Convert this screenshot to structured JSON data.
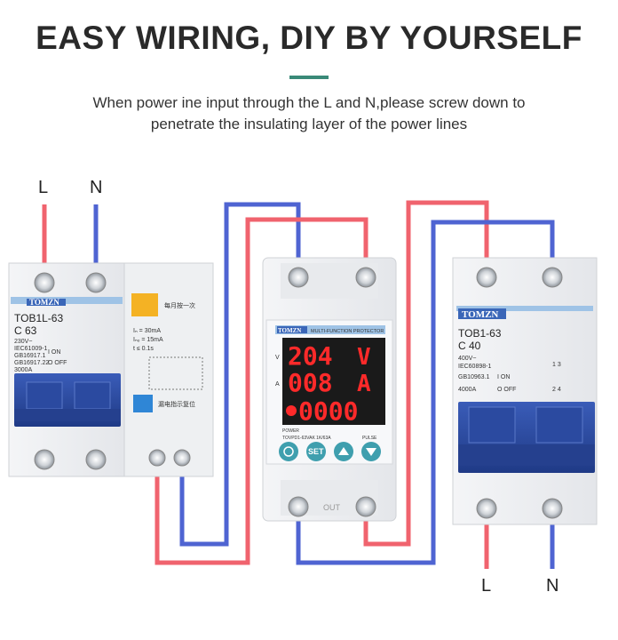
{
  "header": {
    "title": "EASY WIRING, DIY BY YOURSELF",
    "subtitle_line1": "When power ine input through the L and N,please screw down to",
    "subtitle_line2": "penetrate the insulating layer of the power lines"
  },
  "labels": {
    "input_l": "L",
    "input_n": "N",
    "output_l": "L",
    "output_n": "N"
  },
  "left_breaker": {
    "brand": "TOMZN",
    "model": "TOB1L-63",
    "rating": "C 63",
    "spec_lines": [
      "230V~",
      "IEC61009-1",
      "GB16917.1",
      "GB16917.22",
      "3000A"
    ],
    "on_label": "I ON",
    "off_label": "O OFF",
    "rcd_text1": "Iₙ = 30mA",
    "rcd_text2": "Iₙₒ = 15mA",
    "rcd_text3": "t ≤ 0.1s",
    "test_note": "每月按一次",
    "reset_note": "漏电指示复位"
  },
  "protector": {
    "brand": "TOMZN",
    "name": "MULTI-FUNCTION PROTECTOR",
    "voltage_reading": "204",
    "voltage_unit": "V",
    "current_reading": "008",
    "current_unit": "A",
    "third_reading": "0000",
    "side_v": "V",
    "side_a": "A",
    "power_label": "POWER",
    "pulse_label": "PULSE",
    "spec": "TOVPD1-63VAK 1K/63A",
    "set_label": "SET",
    "bottom_label": "OUT"
  },
  "right_breaker": {
    "brand": "TOMZN",
    "model": "TOB1-63",
    "rating": "C 40",
    "spec_lines": [
      "400V~",
      "IEC60898-1",
      "GB10963.1",
      "4000A"
    ],
    "on_label": "I ON",
    "off_label": "O OFF",
    "terminals_top": "1 3",
    "terminals_bottom": "2 4"
  },
  "colors": {
    "live_wire": "#f0636e",
    "neutral_wire": "#4f64d2",
    "breaker_handle": "#2b4aa0",
    "display_red": "#ff2a2a",
    "button_teal": "#3f9fae",
    "accent": "#3a8a78"
  }
}
